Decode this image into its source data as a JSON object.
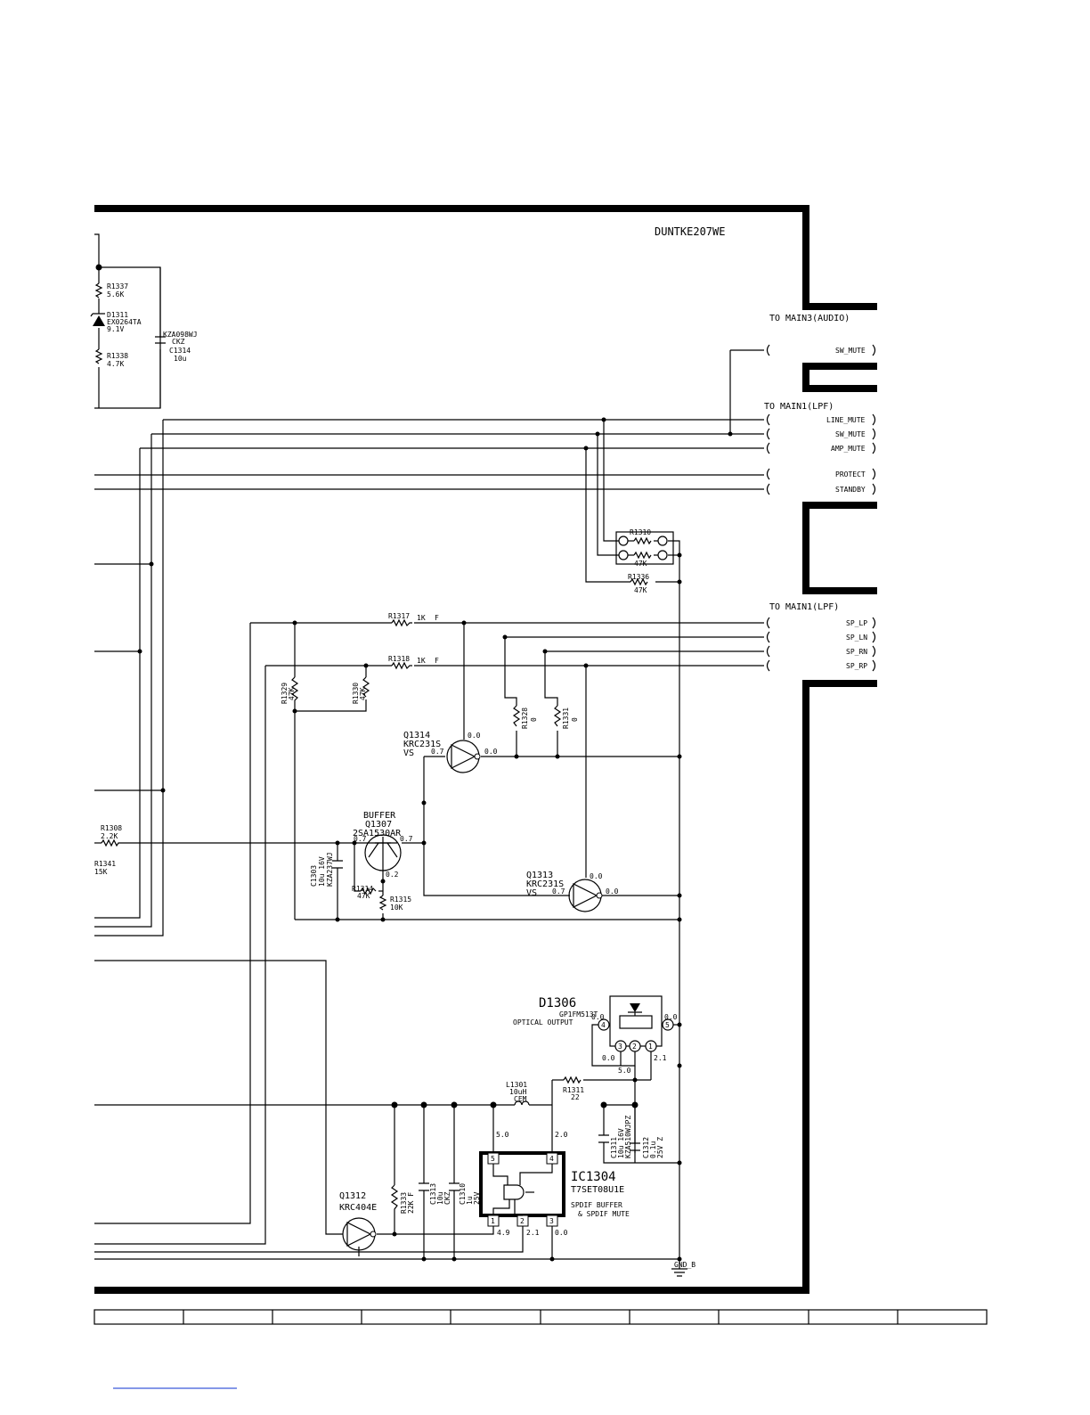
{
  "board": {
    "part_number": "DUNTKE207WE"
  },
  "connectors": {
    "main3_audio": {
      "title": "TO MAIN3(AUDIO)",
      "pins": [
        "SW_MUTE"
      ]
    },
    "main1_lpf_a": {
      "title": "TO MAIN1(LPF)",
      "pins": [
        "LINE_MUTE",
        "SW_MUTE",
        "AMP_MUTE",
        "PROTECT",
        "STANDBY"
      ]
    },
    "main1_lpf_b": {
      "title": "TO MAIN1(LPF)",
      "pins": [
        "SP_LP",
        "SP_LN",
        "SP_RN",
        "SP_RP"
      ]
    }
  },
  "components": {
    "r1337": {
      "ref": "R1337",
      "value": "5.6K"
    },
    "d1311": {
      "ref": "D1311",
      "part": "EX0264TA",
      "value": "9.1V"
    },
    "r1338": {
      "ref": "R1338",
      "value": "4.7K"
    },
    "c1314": {
      "ref": "C1314",
      "part": "KZA098WJ",
      "type": "CKZ",
      "value": "10u"
    },
    "r1310": {
      "ref": "R1310",
      "value": "47K"
    },
    "r1336": {
      "ref": "R1336",
      "value": "47K"
    },
    "r1317": {
      "ref": "R1317",
      "value": "1K",
      "tol": "F"
    },
    "r1318": {
      "ref": "R1318",
      "value": "1K",
      "tol": "F"
    },
    "r1329": {
      "ref": "R1329",
      "value": "47K"
    },
    "r1330": {
      "ref": "R1330",
      "value": "47K"
    },
    "r1328": {
      "ref": "R1328",
      "value": "0"
    },
    "r1331": {
      "ref": "R1331",
      "value": "0"
    },
    "q1314": {
      "ref": "Q1314",
      "part": "KRC231S",
      "vs": "VS",
      "v_in": "0.7",
      "v_out": "0.0",
      "v_top": "0.0"
    },
    "q1307": {
      "title": "BUFFER",
      "ref": "Q1307",
      "part": "2SA1530AR",
      "v_left": "0.7",
      "v_right": "0.7",
      "v_bottom": "0.2"
    },
    "q1313": {
      "ref": "Q1313",
      "part": "KRC231S",
      "vs": "VS",
      "v_in": "0.7",
      "v_out": "0.0",
      "v_top": "0.0"
    },
    "r1308": {
      "ref": "R1308",
      "value": "2.2K"
    },
    "r1341": {
      "ref": "R1341",
      "value": "15K"
    },
    "c1303": {
      "ref": "C1303",
      "value": "10u 16V",
      "part": "KZA237WJ"
    },
    "r1314": {
      "ref": "R1314",
      "value": "47K"
    },
    "r1315": {
      "ref": "R1315",
      "value": "10K"
    },
    "d1306": {
      "ref": "D1306",
      "part": "GP1FM513T",
      "desc": "OPTICAL OUTPUT",
      "v_pin4": "0.0",
      "v_pin5": "0.0",
      "v_pin3": "0.0",
      "v_pin1": "2.1",
      "v_below": "5.0",
      "pins": [
        "4",
        "5",
        "3",
        "2",
        "1"
      ]
    },
    "l1301": {
      "ref": "L1301",
      "value": "10uH",
      "type": "CEM"
    },
    "r1311": {
      "ref": "R1311",
      "value": "22"
    },
    "c1311": {
      "ref": "C1311",
      "value": "10u 16V",
      "part": "KZA510WJPZ"
    },
    "c1312": {
      "ref": "C1312",
      "value": "0.1u",
      "rating": "25V Z"
    },
    "ic1304": {
      "ref": "IC1304",
      "part": "T7SET08U1E",
      "desc1": "SPDIF BUFFER",
      "desc2": "& SPDIF MUTE",
      "pins": [
        "5",
        "4",
        "1",
        "2",
        "3"
      ],
      "v_pin5": "5.0",
      "v_pin4": "2.0",
      "v_pin1": "4.9",
      "v_pin2": "2.1",
      "v_pin3": "0.0"
    },
    "q1312": {
      "ref": "Q1312",
      "part": "KRC404E"
    },
    "r1333": {
      "ref": "R1333",
      "value": "22K F"
    },
    "c1313": {
      "ref": "C1313",
      "value": "10u",
      "type": "CKZ"
    },
    "c1310": {
      "ref": "C1310",
      "value": "1u",
      "rating": "25V"
    }
  },
  "ground": {
    "label": "GND_B"
  },
  "bottom_scale": {
    "cells": 10
  }
}
